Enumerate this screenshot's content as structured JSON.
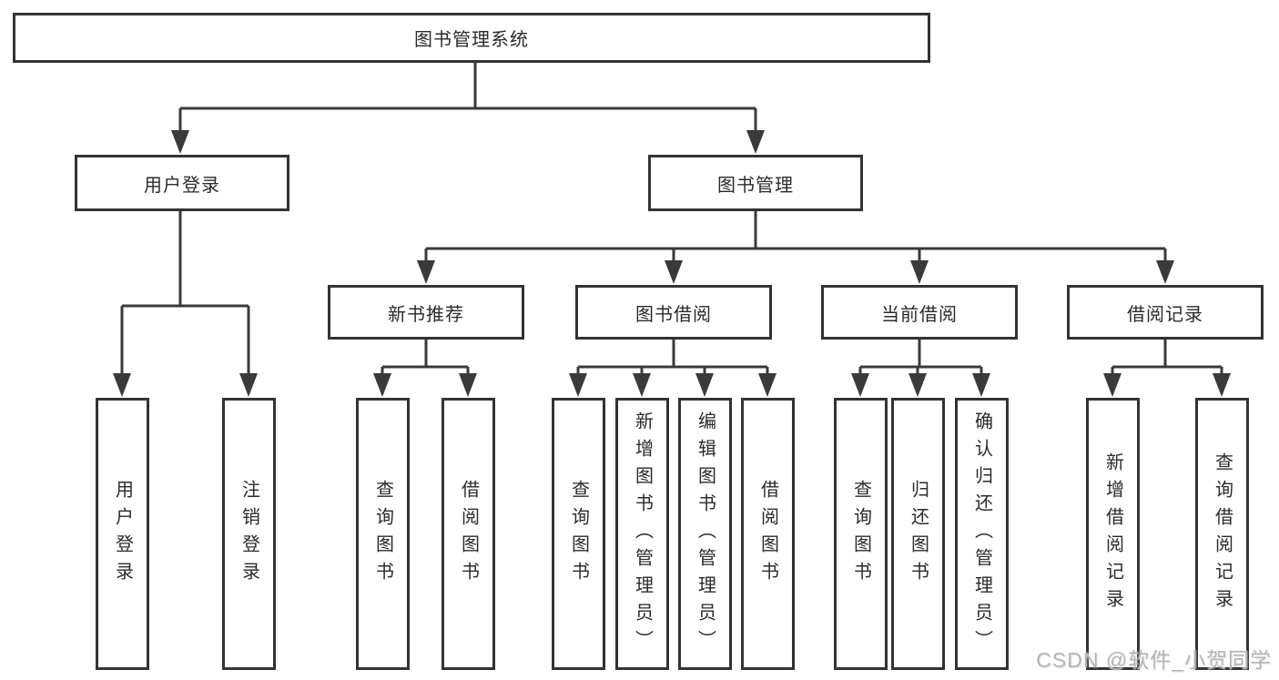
{
  "tree": {
    "label": "图书管理系统",
    "children": [
      {
        "label": "用户登录",
        "children": [
          {
            "label": "用户登录"
          },
          {
            "label": "注销登录"
          }
        ]
      },
      {
        "label": "图书管理",
        "children": [
          {
            "label": "新书推荐",
            "children": [
              {
                "label": "查询图书"
              },
              {
                "label": "借阅图书"
              }
            ]
          },
          {
            "label": "图书借阅",
            "children": [
              {
                "label": "查询图书"
              },
              {
                "label": "新增图书（管理员）"
              },
              {
                "label": "编辑图书（管理员）"
              },
              {
                "label": "借阅图书"
              }
            ]
          },
          {
            "label": "当前借阅",
            "children": [
              {
                "label": "查询图书"
              },
              {
                "label": "归还图书"
              },
              {
                "label": "确认归还（管理员）"
              }
            ]
          },
          {
            "label": "借阅记录",
            "children": [
              {
                "label": "新增借阅记录"
              },
              {
                "label": "查询借阅记录"
              }
            ]
          }
        ]
      }
    ]
  },
  "watermark": {
    "text": "CSDN @软件_小贺同学"
  },
  "colors": {
    "line": "#3a3a3a",
    "box_border": "#333333",
    "text": "#2b2b2b",
    "watermark": "#b4b4b4",
    "background": "#ffffff"
  }
}
